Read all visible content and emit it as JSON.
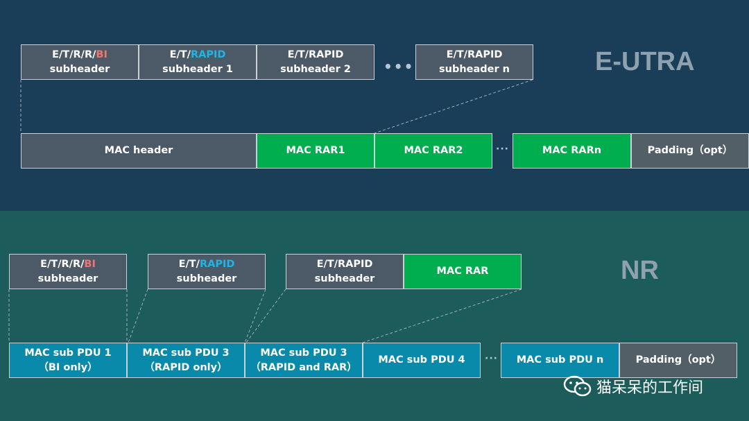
{
  "eutra": {
    "title": "E-UTRA",
    "subheaders": [
      {
        "prefix": "E/T/R/R/",
        "highlight": "BI",
        "line2": "subheader"
      },
      {
        "prefix": "E/T/",
        "highlight": "RAPID",
        "line2": "subheader 1"
      },
      {
        "prefix": "E/T/RAPID",
        "highlight": "",
        "line2": "subheader 2"
      },
      {
        "prefix": "E/T/RAPID",
        "highlight": "",
        "line2": "subheader n"
      }
    ],
    "ellipsis": "•••",
    "pdu": {
      "mac_header": "MAC header",
      "rar1": "MAC RAR1",
      "rar2": "MAC RAR2",
      "ellipsis": "···",
      "rarn": "MAC RARn",
      "padding": "Padding（opt）"
    }
  },
  "nr": {
    "title": "NR",
    "subheaders": [
      {
        "prefix": "E/T/R/R/",
        "highlight": "BI",
        "line2": "subheader"
      },
      {
        "prefix": "E/T/",
        "highlight": "RAPID",
        "line2": "subheader"
      },
      {
        "prefix": "E/T/RAPID",
        "highlight": "",
        "line2": "subheader"
      }
    ],
    "mac_rar": "MAC RAR",
    "pdus": [
      {
        "line1": "MAC sub PDU 1",
        "line2": "（BI only）"
      },
      {
        "line1": "MAC sub PDU 3",
        "line2": "（RAPID only）"
      },
      {
        "line1": "MAC sub PDU 3",
        "line2": "（RAPID and RAR）"
      },
      {
        "line1": "MAC sub PDU 4",
        "line2": ""
      },
      {
        "line1": "MAC sub PDU n",
        "line2": ""
      }
    ],
    "ellipsis": "···",
    "padding": "Padding（opt）"
  },
  "watermark": "猫呆呆的工作间",
  "colors": {
    "red": "#f07474",
    "cyan": "#21b4e8",
    "green": "#00ad4f",
    "blue": "#0a8aaa"
  }
}
